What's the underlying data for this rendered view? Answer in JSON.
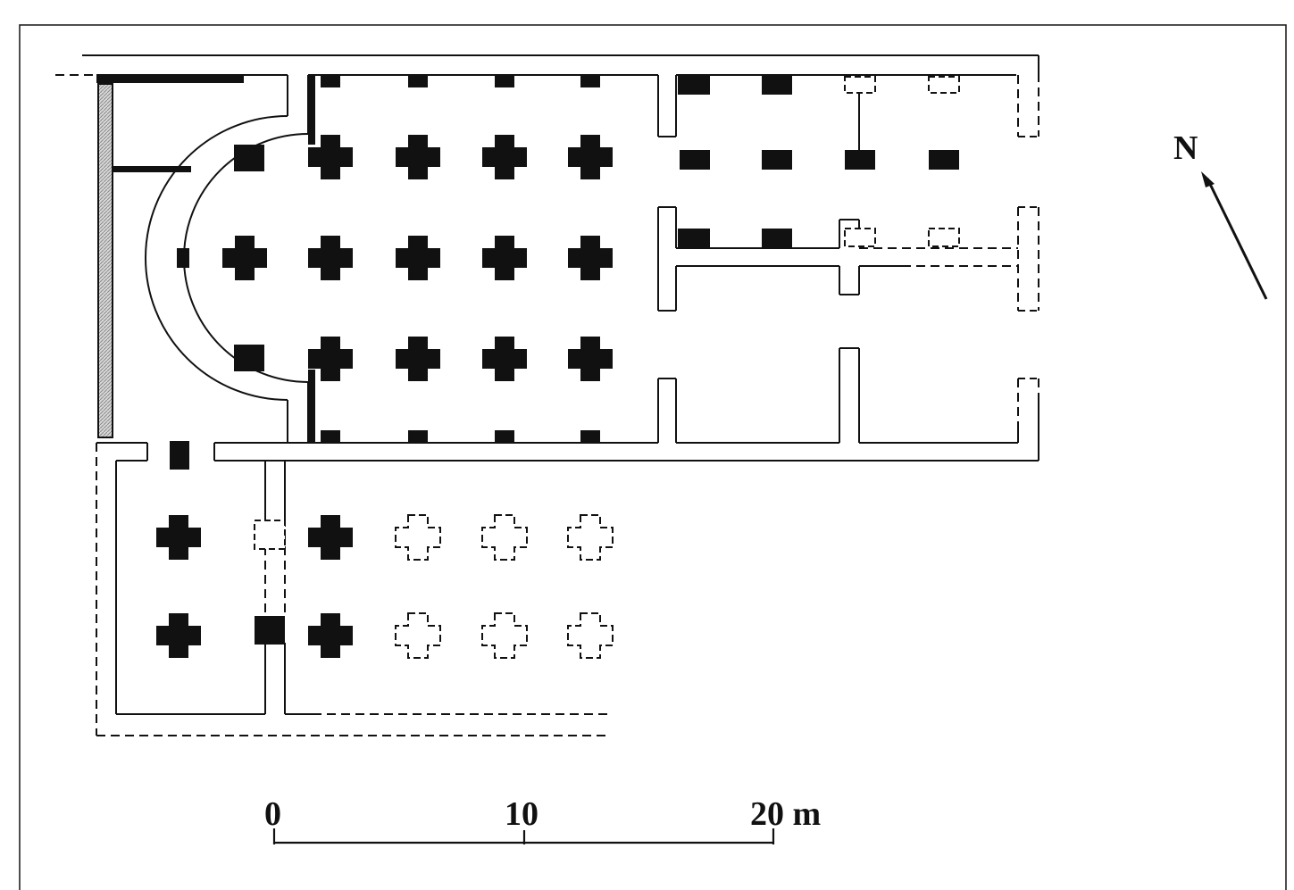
{
  "figure": {
    "north_label": "N",
    "scale_bar": {
      "ticks": [
        "0",
        "10",
        "20 m"
      ]
    }
  },
  "colors": {
    "ink": "#111111",
    "frame": "#222222",
    "hatch": "#9a9a9a",
    "background": "#ffffff"
  }
}
